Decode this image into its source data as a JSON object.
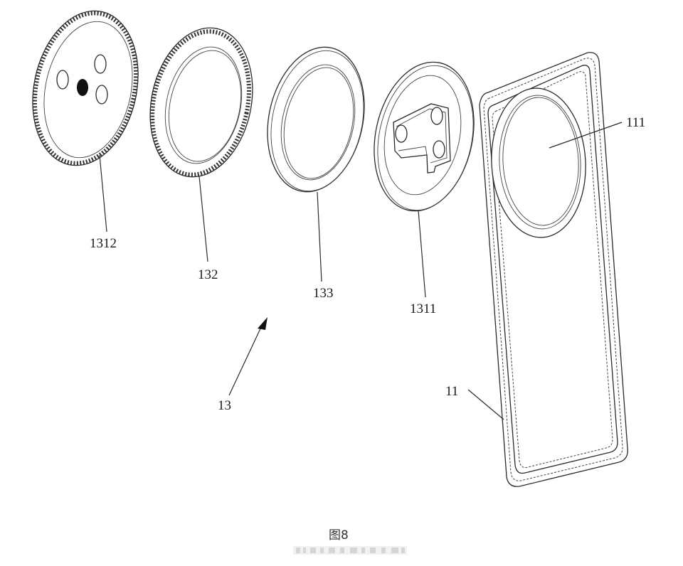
{
  "figure": {
    "caption": "图8",
    "labels": {
      "lens_cover": "1312",
      "ring_132": "132",
      "ring_133": "133",
      "camera_bracket": "1311",
      "camera_module_assembly": "13",
      "back_cover": "11",
      "camera_window": "111"
    }
  }
}
